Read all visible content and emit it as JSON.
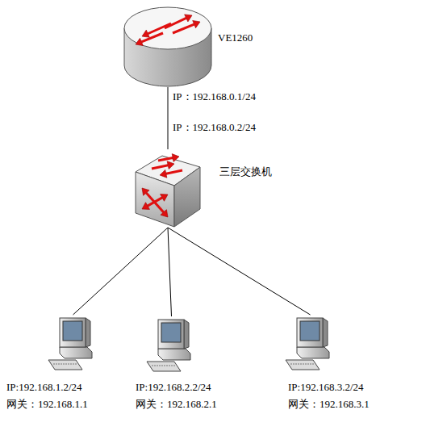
{
  "diagram": {
    "nodes": [
      {
        "text": [
          "VE1260"
        ]
      },
      {
        "text": [
          "三层交换机"
        ]
      },
      {
        "text": [
          "IP:192.168.1.2/24",
          "网关：192.168.1.1"
        ]
      },
      {
        "text": [
          "IP:192.168.2.2/24",
          "网关：192.168.2.1"
        ]
      },
      {
        "text": [
          "IP:192.168.3.2/24",
          "网关：192.168.3.1"
        ]
      }
    ],
    "edges": [
      {
        "from": 0,
        "to": 1,
        "arrow": "none"
      },
      {
        "from": 1,
        "to": 2,
        "arrow": "none"
      },
      {
        "from": 1,
        "to": 3,
        "arrow": "none"
      },
      {
        "from": 1,
        "to": 4,
        "arrow": "none"
      }
    ],
    "labels": [
      "IP：192.168.0.1/24",
      "IP：192.168.0.2/24"
    ]
  }
}
